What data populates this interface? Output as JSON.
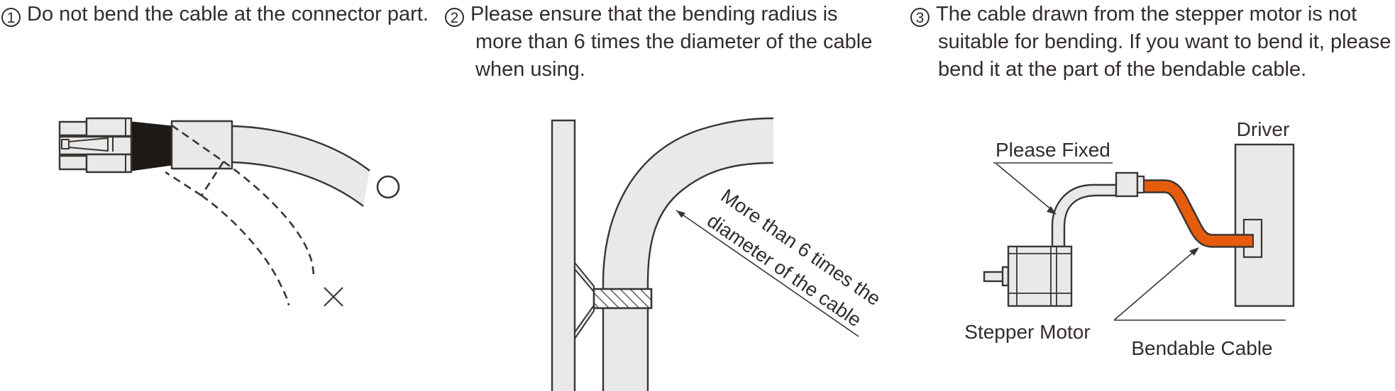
{
  "instructions": {
    "step1": {
      "num": "1",
      "lines": [
        "Do not bend the cable at the connector part."
      ]
    },
    "step2": {
      "num": "2",
      "lines": [
        "Please ensure that the bending radius is",
        "more than 6 times the diameter of the cable",
        "when using."
      ]
    },
    "step3": {
      "num": "3",
      "lines": [
        "The cable drawn from the stepper motor is not",
        "suitable for bending. If you want to bend it, please",
        "bend it at the part of the bendable cable."
      ]
    }
  },
  "diagram1": {
    "correct_marker": "circle-ok-mark",
    "incorrect_marker": "x-wrong-mark"
  },
  "diagram2": {
    "annotation": [
      "More than 6 times the",
      "diameter of the cable"
    ]
  },
  "diagram3": {
    "labels": {
      "fixed": "Please Fixed",
      "driver": "Driver",
      "stepper_motor": "Stepper Motor",
      "bendable_cable": "Bendable Cable"
    }
  },
  "colors": {
    "line": "#3a3531",
    "text": "#322d2a",
    "light_gray": "#e9e9e9",
    "boot_black": "#1c1917",
    "cable_orange": "#e65c0d"
  }
}
